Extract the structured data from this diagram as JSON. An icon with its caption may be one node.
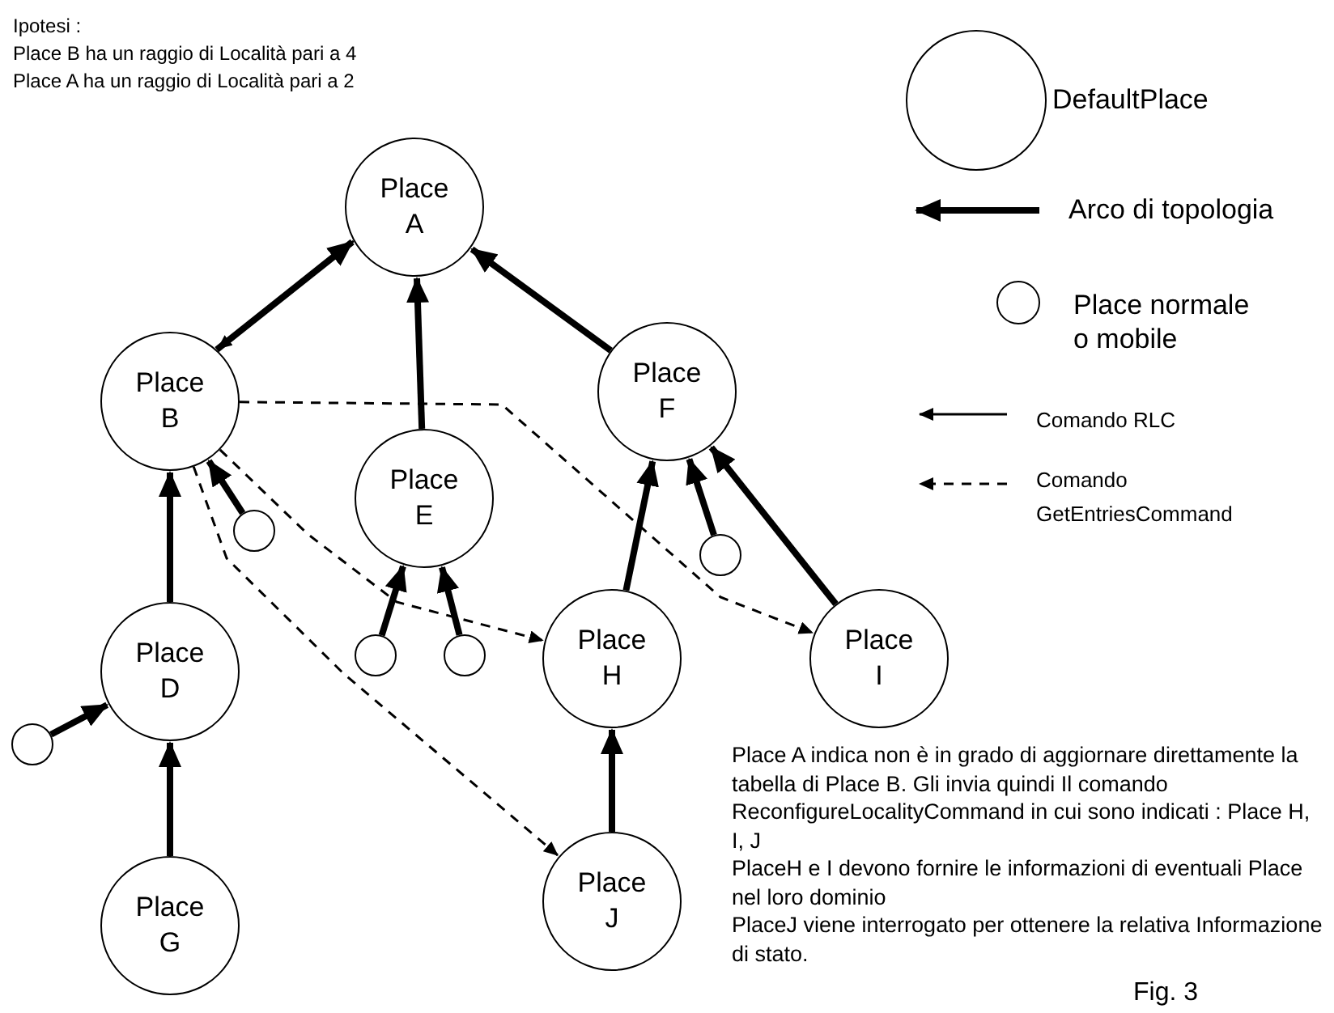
{
  "diagram": {
    "nodes": [
      {
        "text": [
          "Place A"
        ]
      },
      {
        "text": [
          "Place B"
        ]
      },
      {
        "text": [
          "Place E"
        ]
      },
      {
        "text": [
          "Place F"
        ]
      },
      {
        "text": [],
        "shape": "circle"
      },
      {
        "text": [
          "Place D"
        ]
      },
      {
        "text": [],
        "shape": "circle"
      },
      {
        "text": [],
        "shape": "circle"
      },
      {
        "text": [
          "Place H"
        ]
      },
      {
        "text": [
          "Place I"
        ]
      },
      {
        "text": [],
        "shape": "circle"
      },
      {
        "text": [],
        "shape": "circle"
      },
      {
        "text": [
          "Place G"
        ]
      },
      {
        "text": [
          "Place J"
        ]
      }
    ],
    "edges": [
      {
        "from": 1,
        "to": 0,
        "arrow": "to"
      },
      {
        "from": 0,
        "to": 1,
        "arrow": "to"
      },
      {
        "from": 2,
        "to": 0,
        "arrow": "to"
      },
      {
        "from": 3,
        "to": 0,
        "arrow": "to"
      },
      {
        "from": 4,
        "to": 1,
        "arrow": "to"
      },
      {
        "from": 5,
        "to": 1,
        "arrow": "to"
      },
      {
        "from": 12,
        "to": 5,
        "arrow": "to"
      },
      {
        "from": 11,
        "to": 5,
        "arrow": "to"
      },
      {
        "from": 6,
        "to": 2,
        "arrow": "to"
      },
      {
        "from": 7,
        "to": 2,
        "arrow": "to"
      },
      {
        "from": 8,
        "to": 3,
        "arrow": "to"
      },
      {
        "from": 10,
        "to": 3,
        "arrow": "to"
      },
      {
        "from": 9,
        "to": 3,
        "arrow": "to"
      },
      {
        "from": 13,
        "to": 8,
        "arrow": "to"
      },
      {
        "from": 1,
        "to": 8,
        "arrow": "to",
        "style": "dashed"
      },
      {
        "from": 1,
        "to": 9,
        "arrow": "to",
        "style": "dashed"
      },
      {
        "from": 1,
        "to": 13,
        "arrow": "to",
        "style": "dashed"
      }
    ],
    "labels": [
      "Ipotesi :",
      "Place B ha un raggio di Località pari a 4",
      "Place A ha un raggio di Località pari a 2",
      "Place A indica non è in grado di aggiornare direttamente la tabella di Place B. Gli invia quindi Il comando ReconfigureLocalityCommand in cui sono indicati  :  Place H, I, J",
      "PlaceH e I devono fornire le informazioni di eventuali Place nel loro dominio",
      "PlaceJ viene interrogato per ottenere la relativa Informazione di stato.",
      "Fig. 3"
    ],
    "legend": [
      {
        "text": "DefaultPlace"
      },
      {
        "text": "Arco di topologia"
      },
      {
        "text": "Place normale o mobile"
      },
      {
        "text": "Comando RLC"
      },
      {
        "text": "Comando GetEntriesCommand"
      }
    ]
  }
}
